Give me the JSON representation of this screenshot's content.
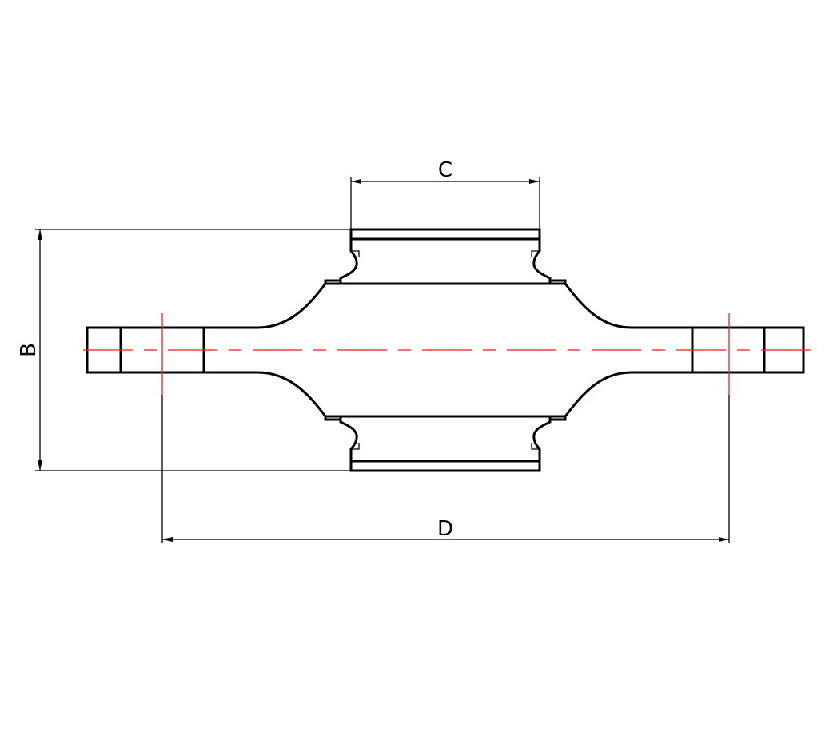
{
  "dimensions": {
    "width_label": "C",
    "height_label": "B",
    "span_label": "D"
  },
  "colors": {
    "outline": "#000000",
    "centerline": "#ff1a1a",
    "background": "#ffffff"
  }
}
